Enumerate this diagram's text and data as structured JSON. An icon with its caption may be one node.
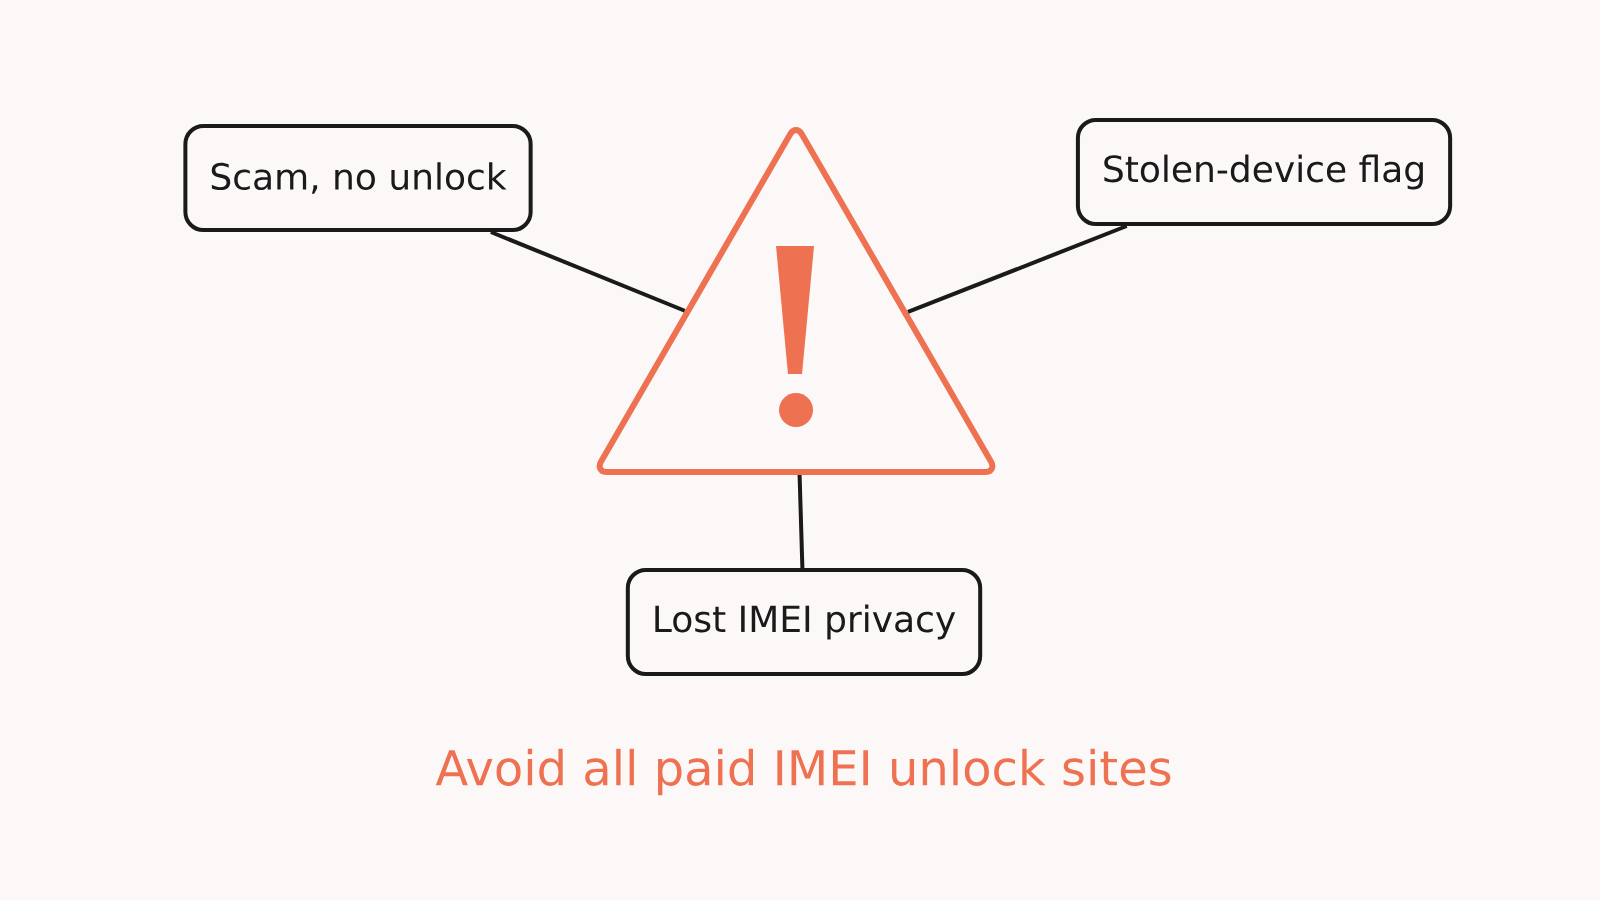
{
  "diagram": {
    "caption": "Avoid all paid IMEI unlock sites",
    "nodes": [
      {
        "text": [
          "Scam, no unlock"
        ]
      },
      {
        "text": [],
        "shape": "triangle"
      },
      {
        "text": [
          "Stolen-device flag"
        ]
      },
      {
        "text": [
          "Lost IMEI privacy"
        ]
      }
    ],
    "edges": [
      {
        "from": 0,
        "to": 1,
        "arrow": "none"
      },
      {
        "from": 2,
        "to": 1,
        "arrow": "none"
      },
      {
        "from": 3,
        "to": 1,
        "arrow": "none"
      }
    ]
  }
}
